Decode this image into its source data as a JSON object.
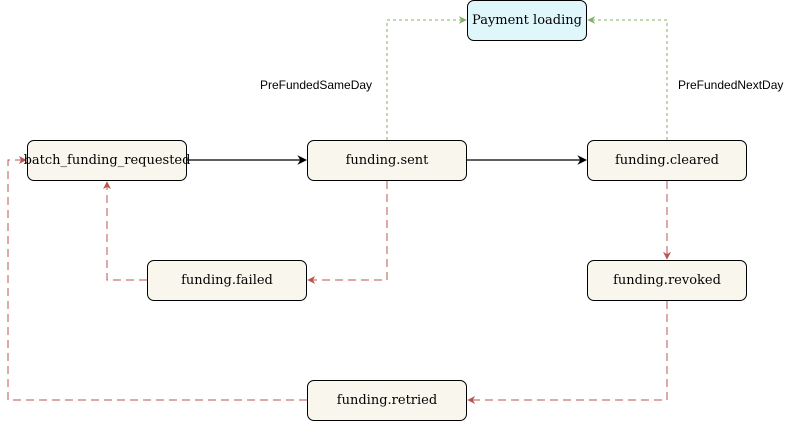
{
  "diagram": {
    "nodes": {
      "batch_funding_requested": "batch_funding_requested",
      "funding_sent": "funding.sent",
      "funding_cleared": "funding.cleared",
      "payment_loading": "Payment loading",
      "funding_failed": "funding.failed",
      "funding_revoked": "funding.revoked",
      "funding_retried": "funding.retried"
    },
    "edge_labels": {
      "prefunded_same_day": "PreFundedSameDay",
      "prefunded_next_day": "PreFundedNextDay"
    },
    "colors": {
      "node_fill": "#f9f7ed",
      "highlight_fill": "#dff6fb",
      "normal_edge": "#000000",
      "success_edge": "#82b366",
      "failure_edge": "#b85450"
    }
  }
}
